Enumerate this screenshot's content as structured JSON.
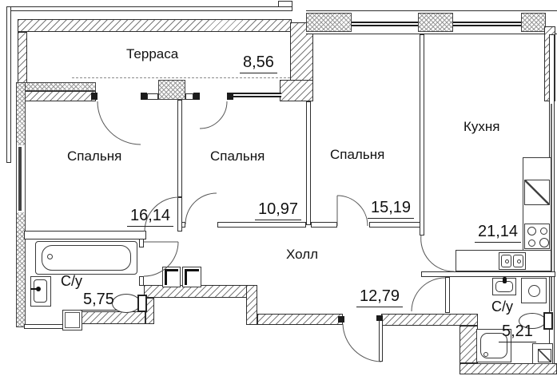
{
  "plan": {
    "type": "apartment-floor-plan",
    "rooms": [
      {
        "name": "Терраса",
        "area": "8,56"
      },
      {
        "name": "Спальня",
        "area": "16,14"
      },
      {
        "name": "Спальня",
        "area": "10,97"
      },
      {
        "name": "Спальня",
        "area": "15,19"
      },
      {
        "name": "Кухня",
        "area": "21,14"
      },
      {
        "name": "Холл",
        "area": "12,79"
      },
      {
        "name": "С/у",
        "area": "5,75"
      },
      {
        "name": "С/у",
        "area": "5,21"
      }
    ],
    "fixtures": [
      "bathtub",
      "sink",
      "toilet",
      "ventilation-shaft",
      "shower",
      "washing-machine",
      "stove",
      "fridge",
      "kitchen-sink"
    ],
    "colors": {
      "line": "#2f2f2f",
      "hatch": "#7a7a7a",
      "background": "#ffffff",
      "text": "#111111"
    }
  }
}
